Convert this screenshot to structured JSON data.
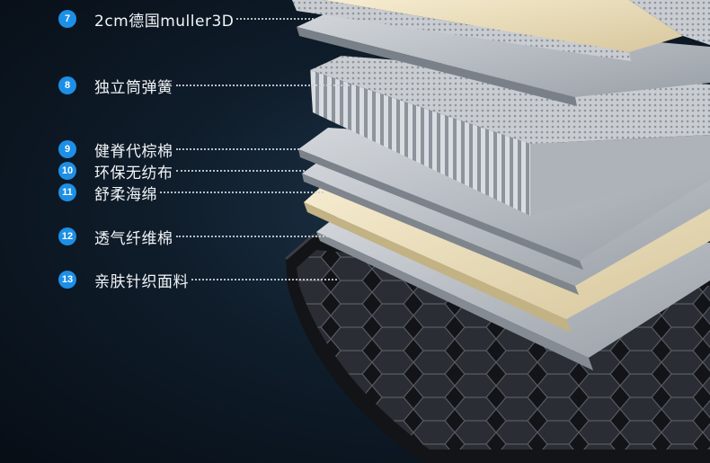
{
  "layers": [
    {
      "number": "7",
      "label": "2cm德国muller3D"
    },
    {
      "number": "8",
      "label": "独立筒弹簧"
    },
    {
      "number": "9",
      "label": "健脊代棕棉"
    },
    {
      "number": "10",
      "label": "环保无纺布"
    },
    {
      "number": "11",
      "label": "舒柔海绵"
    },
    {
      "number": "12",
      "label": "透气纤维棉"
    },
    {
      "number": "13",
      "label": "亲肤针织面料"
    }
  ],
  "colors": {
    "badge": "#1d8fe6",
    "background": "#0f1d2b",
    "latex": "#efe3c0",
    "fabric_gray": "#b7bcc3",
    "base_dark": "#1a1c20"
  }
}
